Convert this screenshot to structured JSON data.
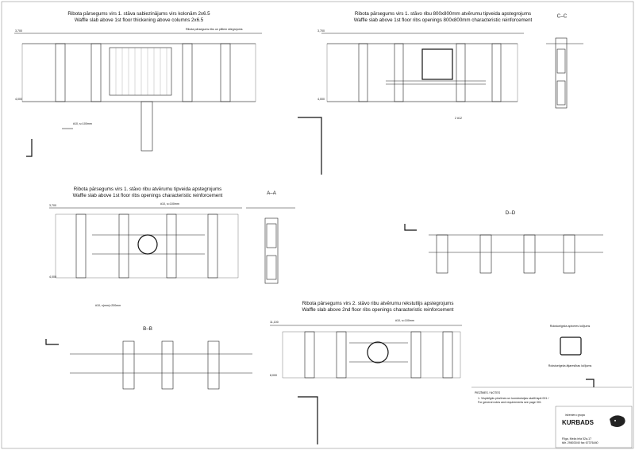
{
  "title_block": {
    "company_line1": "inženieru grupa",
    "company_line2": "KURBADS",
    "address": "Rīga, Meža iela 52a-17",
    "phone": "tālr. 29803040  fax 67376440"
  },
  "notes": {
    "heading": "PIEZĪMES / NOTES",
    "line1": "1. Vispārīgās piezīmes un konstrukcijas skatīt lapā 001 /",
    "line2": "For general notes and requirements see page 001"
  },
  "hook_details": {
    "closed_title": "Rokstuelgeža aplveres ločījums",
    "open_title": "Rokstuelgeža ātjaresības ločījums"
  },
  "panels": [
    {
      "title1": "Ribota pārsegums virs 1. stāva sabiezinājums virs kolonām 2x6.5",
      "title2": "Waffle slab above 1st floor thickening above columns 2x6.5"
    },
    {
      "title1": "Ribota pārsegums virs 1. stāvo ribu 800x800mm atvērumu tipveida apstegrojums",
      "title2": "Waffle slab above 1st floor ribs openings 800x800mm characteristic reinforcement"
    },
    {
      "title1": "Ribota pārsegums virs 1. stāvo ribu atvērumu tipveida apstegrojums",
      "title2": "Waffle slab above 1st floor ribs openings characteristic reinforcement"
    },
    {
      "title1": "Ribota pārsegums virs 2. stāvo ribu atvērumu rekstutlijs apstegrojums",
      "title2": "Waffle slab above 2nd floor ribs openings characteristic reinforcement"
    }
  ],
  "sections": {
    "cc": "C–C",
    "aa": "A–A",
    "dd": "D–D",
    "bb": "B–B"
  },
  "annotations": {
    "elev1": "3,700",
    "elev2": "4,000",
    "elev3": "11,100",
    "elev4": "8,000",
    "bar1": "#10, s=100mm",
    "bar2": "2 #12",
    "bar3": "#10, s(mm)=200mm",
    "lbl_top": "Ribota pārsegums ribs un pilliem stiegrojums"
  }
}
